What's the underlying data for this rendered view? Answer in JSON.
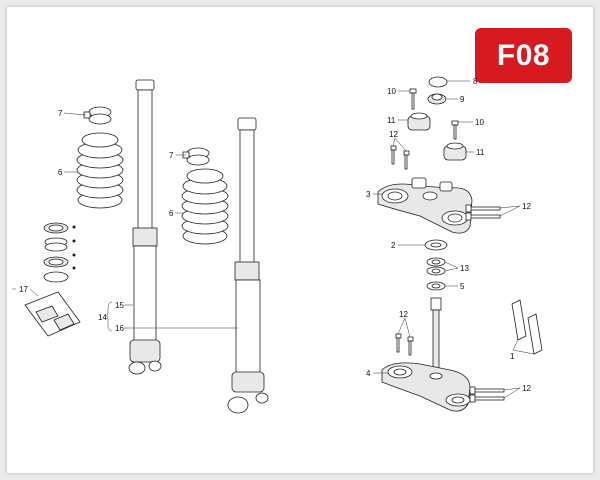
{
  "diagram": {
    "code": "F08",
    "labels": {
      "l1": "1",
      "l2": "2",
      "l3": "3",
      "l4": "4",
      "l5": "5",
      "l6a": "6",
      "l6b": "6",
      "l7a": "7",
      "l7b": "7",
      "l8": "8",
      "l9": "9",
      "l10a": "10",
      "l10b": "10",
      "l11a": "11",
      "l11b": "11",
      "l12a": "12",
      "l12b": "12",
      "l12c": "12",
      "l12d": "12",
      "l13": "13",
      "l14": "14",
      "l15": "15",
      "l16": "16",
      "l17": "17"
    }
  },
  "colors": {
    "badge": "#d71920",
    "line": "#222222"
  }
}
